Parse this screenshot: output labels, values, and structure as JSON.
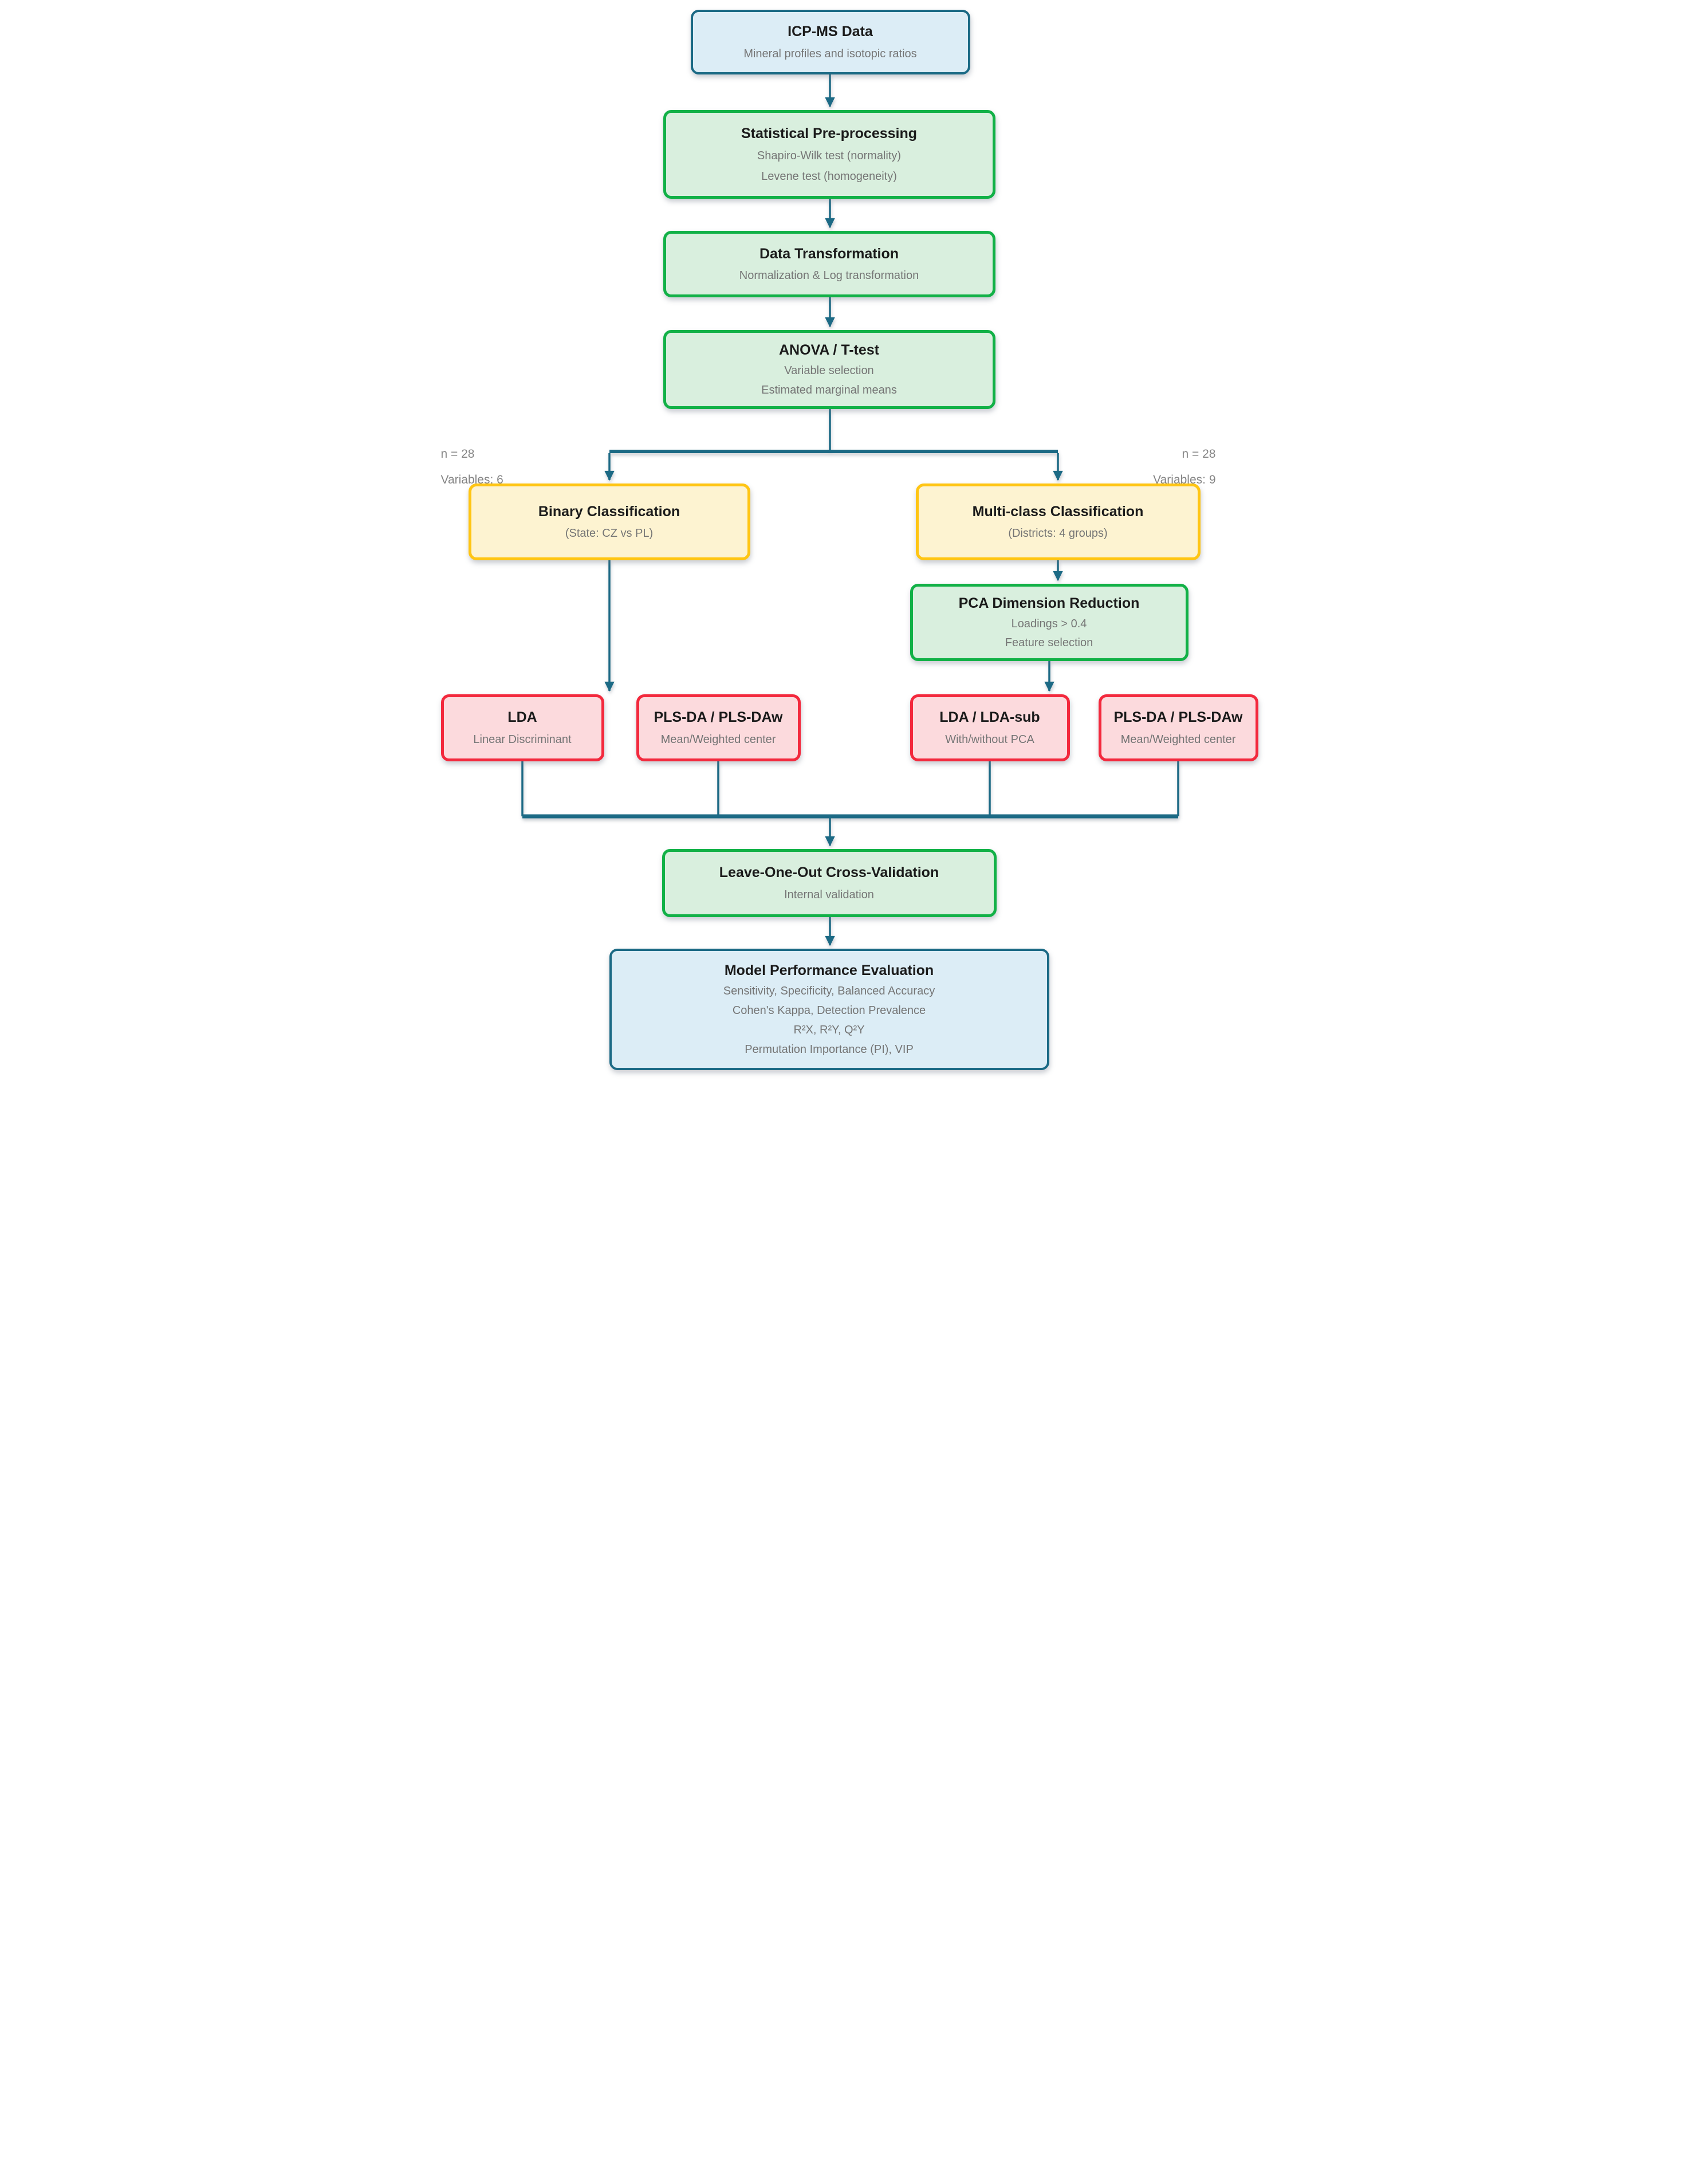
{
  "diagram": {
    "type": "flowchart",
    "description_visible": false
  },
  "colors": {
    "arrow": "#1b6a85",
    "blue_border": "#1b6a85",
    "blue_fill": "#dcedf6",
    "green_border": "#12b147",
    "green_fill": "#d9efde",
    "yellow_border": "#ffc513",
    "yellow_fill": "#fdf3d1",
    "red_border": "#f3293d",
    "red_fill": "#fcdadd",
    "title_text": "#1b1b1b",
    "subtitle_text": "#757575",
    "annotation_text": "#858585"
  },
  "nodes": {
    "icpms": {
      "title": "ICP-MS Data",
      "lines": [
        "Mineral profiles and isotopic ratios"
      ]
    },
    "preprocessing": {
      "title": "Statistical Pre-processing",
      "lines": [
        "Shapiro-Wilk test (normality)",
        "Levene test (homogeneity)"
      ]
    },
    "transformation": {
      "title": "Data Transformation",
      "lines": [
        "Normalization & Log transformation"
      ]
    },
    "anova": {
      "title": "ANOVA / T-test",
      "lines": [
        "Variable selection",
        "Estimated marginal means"
      ]
    },
    "binary": {
      "title": "Binary Classification",
      "lines": [
        "(State: CZ vs PL)"
      ]
    },
    "multiclass": {
      "title": "Multi-class Classification",
      "lines": [
        "(Districts: 4 groups)"
      ]
    },
    "pca": {
      "title": "PCA Dimension Reduction",
      "lines": [
        "Loadings > 0.4",
        "Feature selection"
      ]
    },
    "lda": {
      "title": "LDA",
      "lines": [
        "Linear Discriminant"
      ]
    },
    "plsda_left": {
      "title": "PLS-DA / PLS-DAw",
      "lines": [
        "Mean/Weighted center"
      ]
    },
    "lda_sub": {
      "title": "LDA / LDA-sub",
      "lines": [
        "With/without PCA"
      ]
    },
    "plsda_right": {
      "title": "PLS-DA / PLS-DAw",
      "lines": [
        "Mean/Weighted center"
      ]
    },
    "loocv": {
      "title": "Leave-One-Out Cross-Validation",
      "lines": [
        "Internal validation"
      ]
    },
    "evaluation": {
      "title": "Model Performance Evaluation",
      "lines": [
        "Sensitivity, Specificity, Balanced Accuracy",
        "Cohen's Kappa, Detection Prevalence",
        "R²X, R²Y, Q²Y",
        "Permutation Importance (PI), VIP"
      ]
    }
  },
  "annotations": {
    "left_branch": {
      "line1": "n = 28",
      "line2": "Variables: 6"
    },
    "right_branch": {
      "line1": "n = 28",
      "line2": "Variables: 9"
    }
  }
}
